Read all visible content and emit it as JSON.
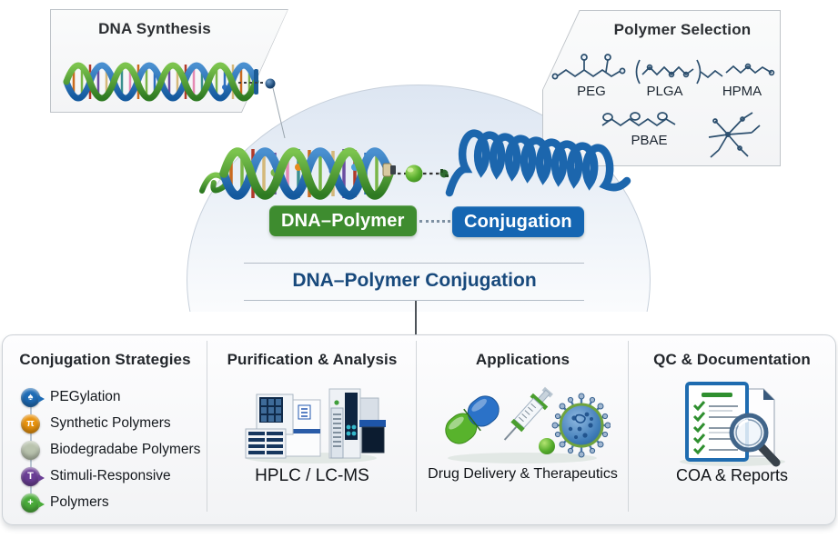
{
  "panels": {
    "dna_synthesis": {
      "title": "DNA Synthesis"
    },
    "polymer_selection": {
      "title": "Polymer Selection",
      "labels": {
        "peg": "PEG",
        "plga": "PLGA",
        "hpma": "HPMA",
        "pbae": "PBAE"
      }
    }
  },
  "center": {
    "badge_dna_polymer": "DNA–Polymer",
    "badge_conjugation": "Conjugation",
    "main_title": "DNA–Polymer Conjugation"
  },
  "sections": {
    "conjugation_strategies": {
      "title": "Conjugation Strategies",
      "items": [
        {
          "label": "PEGylation",
          "glyph": "♠",
          "color": "#1e6bb5"
        },
        {
          "label": "Synthetic Polymers",
          "glyph": "π",
          "color": "#e8930f"
        },
        {
          "label": "Biodegradabe Polymers",
          "glyph": "",
          "color": "#b9c3ae"
        },
        {
          "label": "Stimuli-Responsive",
          "glyph": "T",
          "color": "#6a3e95"
        },
        {
          "label": "Polymers",
          "glyph": "+",
          "color": "#4aab3a"
        }
      ]
    },
    "purification_analysis": {
      "title": "Purification & Analysis",
      "caption": "HPLC / LC-MS"
    },
    "applications": {
      "title": "Applications",
      "caption": "Drug Delivery & Therapeutics"
    },
    "qc_documentation": {
      "title": "QC & Documentation",
      "caption": "COA & Reports"
    }
  },
  "colors": {
    "badge_green": "#3e8c2f",
    "badge_blue": "#1566b2",
    "title_navy": "#18497c"
  }
}
